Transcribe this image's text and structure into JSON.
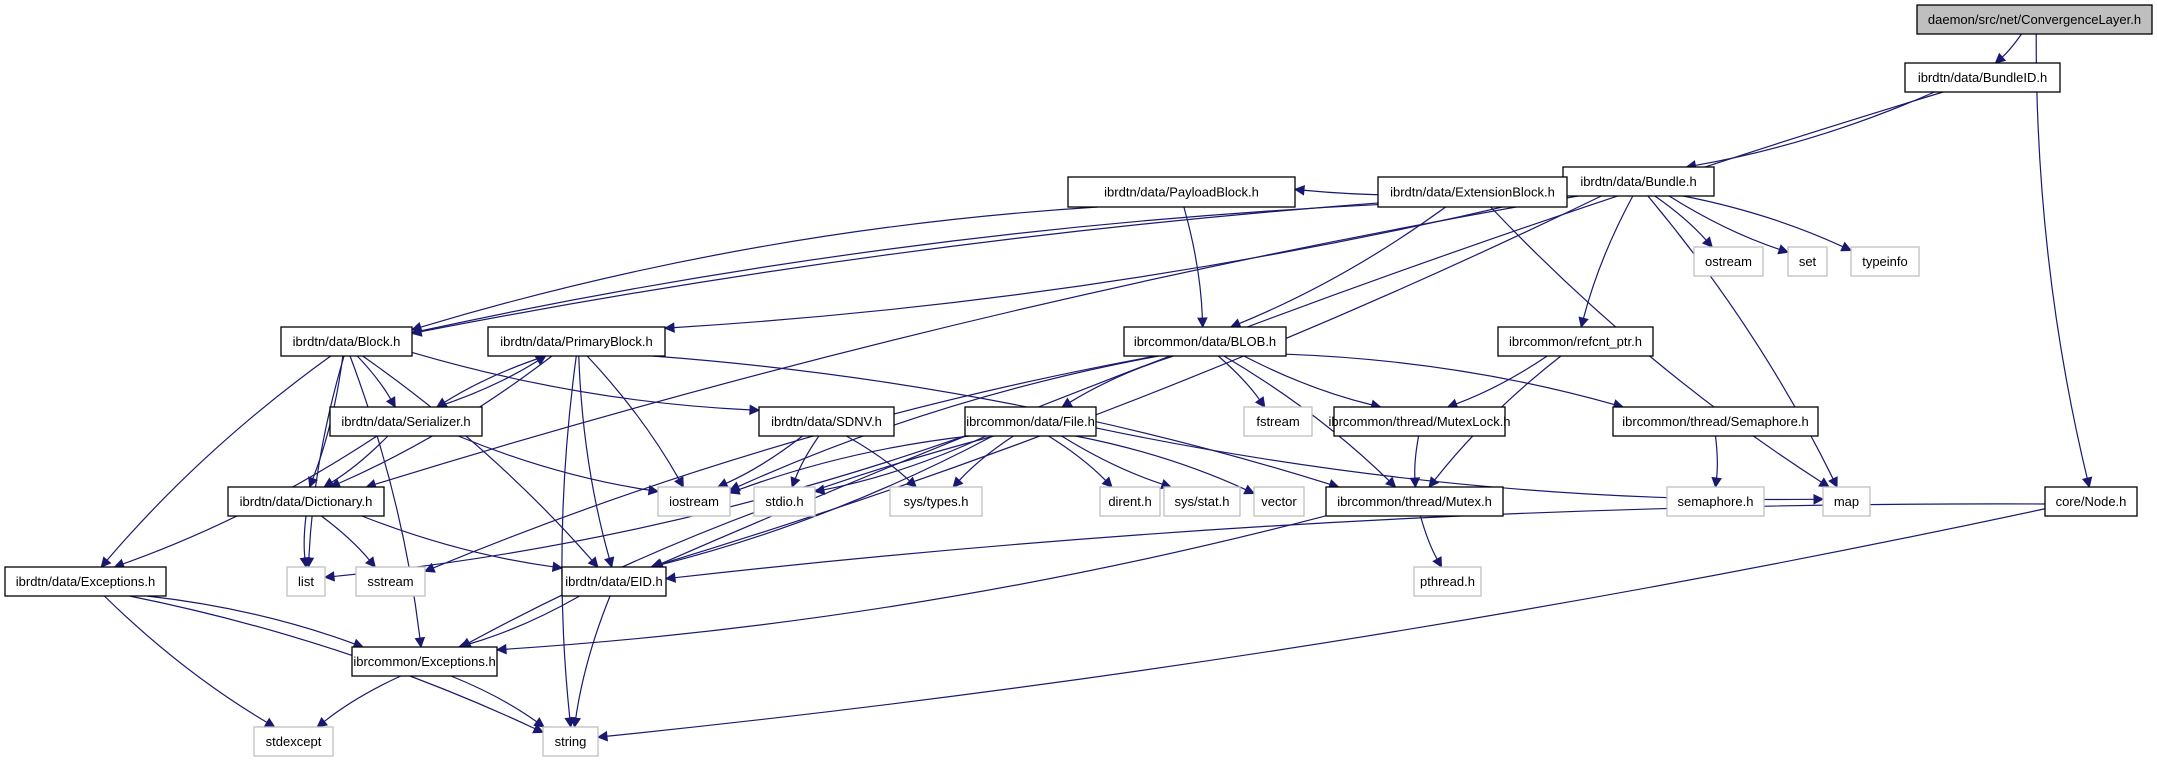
{
  "diagram": {
    "title": "daemon/src/net/ConvergenceLayer.h include dependency graph",
    "colors": {
      "edge": "#191970",
      "root_fill": "#bfbfbf",
      "node_border": "#000000",
      "system_border": "#bfbfbf"
    },
    "nodes": [
      {
        "id": "cl",
        "label": "daemon/src/net/ConvergenceLayer.h",
        "kind": "root"
      },
      {
        "id": "bundleid",
        "label": "ibrdtn/data/BundleID.h",
        "kind": "project"
      },
      {
        "id": "bundle",
        "label": "ibrdtn/data/Bundle.h",
        "kind": "project"
      },
      {
        "id": "payload",
        "label": "ibrdtn/data/PayloadBlock.h",
        "kind": "project"
      },
      {
        "id": "extension",
        "label": "ibrdtn/data/ExtensionBlock.h",
        "kind": "project"
      },
      {
        "id": "ostream",
        "label": "ostream",
        "kind": "system"
      },
      {
        "id": "set",
        "label": "set",
        "kind": "system"
      },
      {
        "id": "typeinfo",
        "label": "typeinfo",
        "kind": "system"
      },
      {
        "id": "block",
        "label": "ibrdtn/data/Block.h",
        "kind": "project"
      },
      {
        "id": "primary",
        "label": "ibrdtn/data/PrimaryBlock.h",
        "kind": "project"
      },
      {
        "id": "blob",
        "label": "ibrcommon/data/BLOB.h",
        "kind": "project"
      },
      {
        "id": "refcnt",
        "label": "ibrcommon/refcnt_ptr.h",
        "kind": "project"
      },
      {
        "id": "serializer",
        "label": "ibrdtn/data/Serializer.h",
        "kind": "project"
      },
      {
        "id": "sdnv",
        "label": "ibrdtn/data/SDNV.h",
        "kind": "project"
      },
      {
        "id": "file",
        "label": "ibrcommon/data/File.h",
        "kind": "project"
      },
      {
        "id": "fstream",
        "label": "fstream",
        "kind": "system"
      },
      {
        "id": "mutexlock",
        "label": "ibrcommon/thread/MutexLock.h",
        "kind": "project"
      },
      {
        "id": "semaphore",
        "label": "ibrcommon/thread/Semaphore.h",
        "kind": "project"
      },
      {
        "id": "iostream",
        "label": "iostream",
        "kind": "system"
      },
      {
        "id": "stdio",
        "label": "stdio.h",
        "kind": "system"
      },
      {
        "id": "systypes",
        "label": "sys/types.h",
        "kind": "system"
      },
      {
        "id": "dirent",
        "label": "dirent.h",
        "kind": "system"
      },
      {
        "id": "sysstat",
        "label": "sys/stat.h",
        "kind": "system"
      },
      {
        "id": "vector",
        "label": "vector",
        "kind": "system"
      },
      {
        "id": "mutex",
        "label": "ibrcommon/thread/Mutex.h",
        "kind": "project"
      },
      {
        "id": "semaphoreh",
        "label": "semaphore.h",
        "kind": "system"
      },
      {
        "id": "map",
        "label": "map",
        "kind": "system"
      },
      {
        "id": "node",
        "label": "core/Node.h",
        "kind": "project"
      },
      {
        "id": "dictionary",
        "label": "ibrdtn/data/Dictionary.h",
        "kind": "project"
      },
      {
        "id": "list",
        "label": "list",
        "kind": "system"
      },
      {
        "id": "sstream",
        "label": "sstream",
        "kind": "system"
      },
      {
        "id": "eid",
        "label": "ibrdtn/data/EID.h",
        "kind": "project"
      },
      {
        "id": "dtnexceptions",
        "label": "ibrdtn/data/Exceptions.h",
        "kind": "project"
      },
      {
        "id": "pthread",
        "label": "pthread.h",
        "kind": "system"
      },
      {
        "id": "commonexceptions",
        "label": "ibrcommon/Exceptions.h",
        "kind": "project"
      },
      {
        "id": "stdexcept",
        "label": "stdexcept",
        "kind": "system"
      },
      {
        "id": "string",
        "label": "string",
        "kind": "system"
      }
    ],
    "edges": [
      [
        "cl",
        "bundleid"
      ],
      [
        "cl",
        "node"
      ],
      [
        "bundleid",
        "bundle"
      ],
      [
        "bundleid",
        "eid"
      ],
      [
        "bundle",
        "payload"
      ],
      [
        "bundle",
        "extension"
      ],
      [
        "bundle",
        "ostream"
      ],
      [
        "bundle",
        "set"
      ],
      [
        "bundle",
        "typeinfo"
      ],
      [
        "bundle",
        "block"
      ],
      [
        "bundle",
        "primary"
      ],
      [
        "bundle",
        "refcnt"
      ],
      [
        "bundle",
        "map"
      ],
      [
        "bundle",
        "dictionary"
      ],
      [
        "bundle",
        "eid"
      ],
      [
        "payload",
        "block"
      ],
      [
        "payload",
        "blob"
      ],
      [
        "extension",
        "block"
      ],
      [
        "extension",
        "blob"
      ],
      [
        "extension",
        "map"
      ],
      [
        "block",
        "serializer"
      ],
      [
        "block",
        "sdnv"
      ],
      [
        "block",
        "dictionary"
      ],
      [
        "block",
        "list"
      ],
      [
        "block",
        "eid"
      ],
      [
        "block",
        "dtnexceptions"
      ],
      [
        "block",
        "commonexceptions"
      ],
      [
        "primary",
        "serializer"
      ],
      [
        "primary",
        "dictionary"
      ],
      [
        "primary",
        "eid"
      ],
      [
        "primary",
        "iostream"
      ],
      [
        "primary",
        "string"
      ],
      [
        "primary",
        "mutex"
      ],
      [
        "serializer",
        "primary"
      ],
      [
        "serializer",
        "dictionary"
      ],
      [
        "serializer",
        "iostream"
      ],
      [
        "serializer",
        "dtnexceptions"
      ],
      [
        "blob",
        "file"
      ],
      [
        "blob",
        "fstream"
      ],
      [
        "blob",
        "mutexlock"
      ],
      [
        "blob",
        "semaphore"
      ],
      [
        "blob",
        "iostream"
      ],
      [
        "blob",
        "mutex"
      ],
      [
        "blob",
        "sstream"
      ],
      [
        "refcnt",
        "mutexlock"
      ],
      [
        "refcnt",
        "mutex"
      ],
      [
        "sdnv",
        "iostream"
      ],
      [
        "sdnv",
        "stdio"
      ],
      [
        "sdnv",
        "systypes"
      ],
      [
        "file",
        "iostream"
      ],
      [
        "file",
        "stdio"
      ],
      [
        "file",
        "systypes"
      ],
      [
        "file",
        "dirent"
      ],
      [
        "file",
        "sysstat"
      ],
      [
        "file",
        "vector"
      ],
      [
        "file",
        "map"
      ],
      [
        "file",
        "list"
      ],
      [
        "file",
        "commonexceptions"
      ],
      [
        "file",
        "eid"
      ],
      [
        "mutexlock",
        "mutex"
      ],
      [
        "semaphore",
        "semaphoreh"
      ],
      [
        "mutex",
        "pthread"
      ],
      [
        "mutex",
        "commonexceptions"
      ],
      [
        "node",
        "eid"
      ],
      [
        "node",
        "string"
      ],
      [
        "dictionary",
        "list"
      ],
      [
        "dictionary",
        "sstream"
      ],
      [
        "dictionary",
        "eid"
      ],
      [
        "eid",
        "commonexceptions"
      ],
      [
        "eid",
        "string"
      ],
      [
        "dtnexceptions",
        "commonexceptions"
      ],
      [
        "dtnexceptions",
        "stdexcept"
      ],
      [
        "dtnexceptions",
        "string"
      ],
      [
        "commonexceptions",
        "stdexcept"
      ],
      [
        "commonexceptions",
        "string"
      ]
    ]
  }
}
